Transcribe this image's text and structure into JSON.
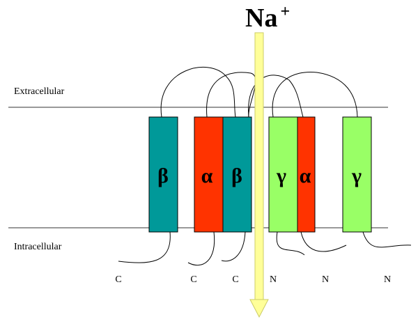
{
  "ion": {
    "symbol": "Na",
    "charge": "+"
  },
  "regions": {
    "outside": "Extracellular",
    "inside": "Intracellular"
  },
  "subunits": [
    {
      "symbol": "β",
      "color": "#009999"
    },
    {
      "symbol": "α",
      "color": "#ff3300"
    },
    {
      "symbol": "β",
      "color": "#009999"
    },
    {
      "symbol": "γ",
      "color": "#99ff66"
    },
    {
      "symbol": "α",
      "color": "#ff3300"
    },
    {
      "symbol": "γ",
      "color": "#99ff66"
    }
  ],
  "termini": [
    "C",
    "C",
    "C",
    "N",
    "N",
    "N"
  ],
  "colors": {
    "arrow_fill": "#ffff99",
    "arrow_stroke": "#cccc66"
  }
}
